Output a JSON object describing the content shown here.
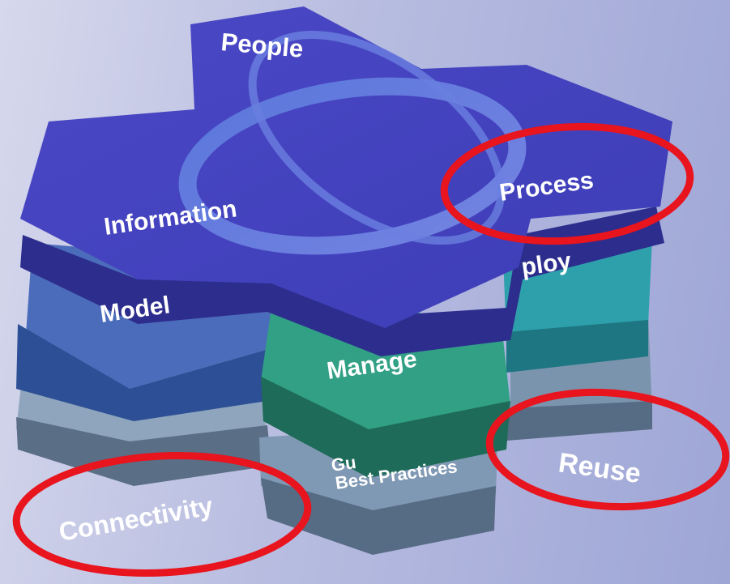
{
  "diagram": {
    "top_layer": {
      "labels": {
        "people": "People",
        "information": "Information",
        "process": "Process"
      },
      "color": "#4646c0"
    },
    "middle_layer": {
      "labels": {
        "model": "Model",
        "manage": "Manage",
        "deploy": "ploy"
      },
      "colors": {
        "model": "#4a6ab8",
        "manage": "#2f9a82",
        "deploy": "#2e9ea8"
      }
    },
    "bottom_layer": {
      "labels": {
        "guidance_line1": "Gu",
        "guidance_line2": "Best Practices",
        "connectivity": "Connectivity",
        "reuse": "Reuse"
      },
      "color": "#7c93ae"
    },
    "highlight_color": "#e8141e"
  }
}
